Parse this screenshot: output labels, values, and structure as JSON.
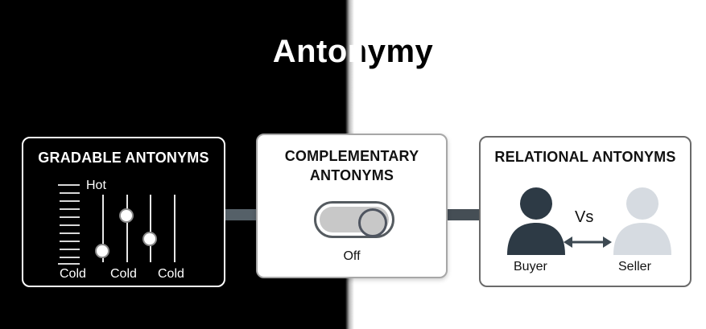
{
  "title": "Antonymy",
  "gradable": {
    "title": "GRADABLE ANTONYMS",
    "top_label": "Hot",
    "slider_labels": [
      "Cold",
      "Cold",
      "Cold"
    ]
  },
  "complementary": {
    "title_line1": "COMPLEMENTARY",
    "title_line2": "ANTONYMS",
    "toggle_state_label": "Off"
  },
  "relational": {
    "title": "RELATIONAL ANTONYMS",
    "versus_label": "Vs",
    "left_label": "Buyer",
    "right_label": "Seller"
  },
  "colors": {
    "dark_figure": "#2d3a45",
    "light_figure": "#d6dbe1",
    "connector": "#4a555d"
  }
}
